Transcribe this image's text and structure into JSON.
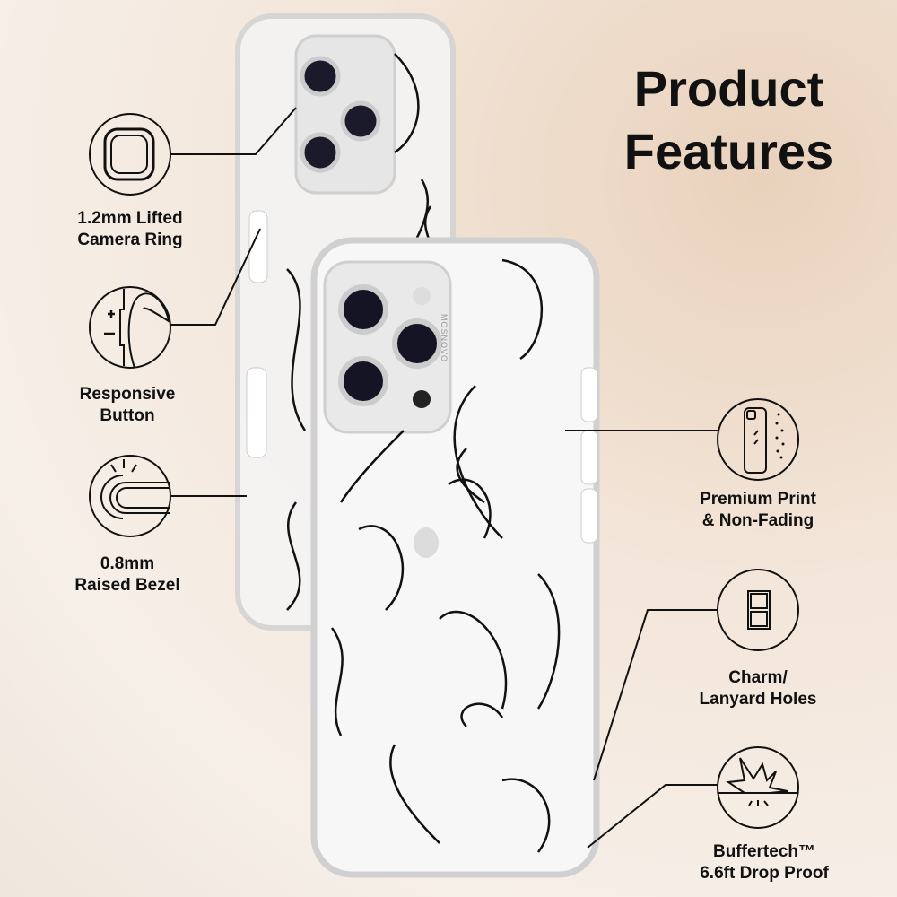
{
  "title": {
    "line1": "Product",
    "line2": "Features"
  },
  "features": [
    {
      "icon": "camera-ring-icon",
      "line1": "1.2mm Lifted",
      "line2": "Camera Ring"
    },
    {
      "icon": "button-press-icon",
      "line1": "Responsive",
      "line2": "Button"
    },
    {
      "icon": "raised-bezel-icon",
      "line1": "0.8mm",
      "line2": "Raised Bezel"
    },
    {
      "icon": "print-icon",
      "line1": "Premium Print",
      "line2": "& Non-Fading"
    },
    {
      "icon": "lanyard-holes-icon",
      "line1": "Charm/",
      "line2": "Lanyard Holes"
    },
    {
      "icon": "drop-proof-icon",
      "line1": "Buffertech™",
      "line2": "6.6ft Drop Proof"
    }
  ],
  "brand": "MOSNOVO",
  "colors": {
    "ink": "#111111",
    "background": "#f3e6da"
  }
}
